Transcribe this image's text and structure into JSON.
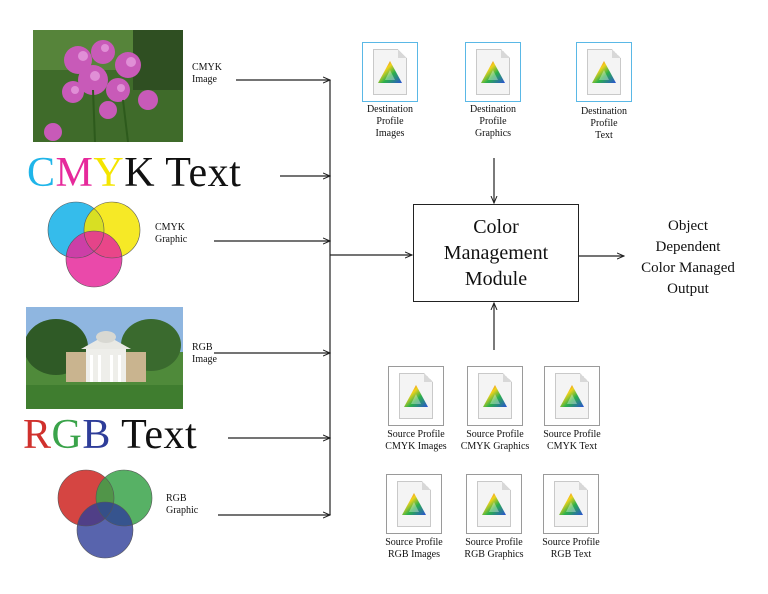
{
  "inputs": {
    "cmyk_image_label": [
      "CMYK",
      "Image"
    ],
    "cmyk_text": [
      "C",
      "M",
      "Y",
      "K",
      " Text"
    ],
    "cmyk_graphic_label": [
      "CMYK",
      "Graphic"
    ],
    "rgb_image_label": [
      "RGB",
      "Image"
    ],
    "rgb_text": [
      "R",
      "G",
      "B",
      " Text"
    ],
    "rgb_graphic_label": [
      "RGB",
      "Graphic"
    ]
  },
  "cmm": {
    "lines": [
      "Color",
      "Management",
      "Module"
    ]
  },
  "output": {
    "lines": [
      "Object",
      "Dependent",
      "Color Managed",
      "Output"
    ]
  },
  "destination_profiles": [
    {
      "lines": [
        "Destination",
        "Profile",
        "Images"
      ]
    },
    {
      "lines": [
        "Destination",
        "Profile",
        "Graphics"
      ]
    },
    {
      "lines": [
        "Destination",
        "Profile",
        "Text"
      ]
    }
  ],
  "source_profiles": [
    {
      "lines": [
        "Source Profile",
        "CMYK Images"
      ]
    },
    {
      "lines": [
        "Source Profile",
        "CMYK Graphics"
      ]
    },
    {
      "lines": [
        "Source Profile",
        "CMYK Text"
      ]
    },
    {
      "lines": [
        "Source Profile",
        "RGB Images"
      ]
    },
    {
      "lines": [
        "Source Profile",
        "RGB Graphics"
      ]
    },
    {
      "lines": [
        "Source Profile",
        "RGB Text"
      ]
    }
  ],
  "colors": {
    "cyan": "#1fb5e9",
    "magenta": "#e6299b",
    "yellow": "#f4e500",
    "black": "#111111",
    "red": "#d0312d",
    "green": "#3aa34a",
    "blue": "#2e3d99",
    "dest_border": "#5ab8e6",
    "src_border": "#9a9a9a"
  },
  "icons": {
    "photo_flowers": "pink-phlox-flowers-photo",
    "photo_house": "monticello-house-photo",
    "profile_icon": "icc-profile-document-icon"
  }
}
